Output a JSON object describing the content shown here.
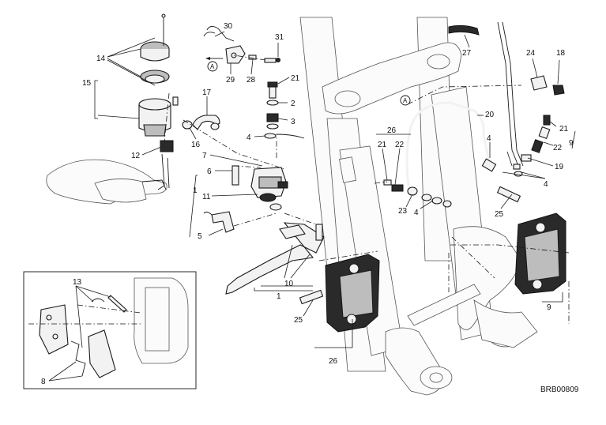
{
  "drawing_ref": "BRB00809",
  "reference_marker": "A",
  "part_numbers": [
    "1",
    "2",
    "3",
    "4",
    "5",
    "6",
    "7",
    "8",
    "9",
    "10",
    "11",
    "12",
    "13",
    "14",
    "15",
    "16",
    "17",
    "18",
    "19",
    "20",
    "21",
    "22",
    "23",
    "24",
    "25",
    "26",
    "27",
    "28",
    "29",
    "30",
    "31"
  ]
}
